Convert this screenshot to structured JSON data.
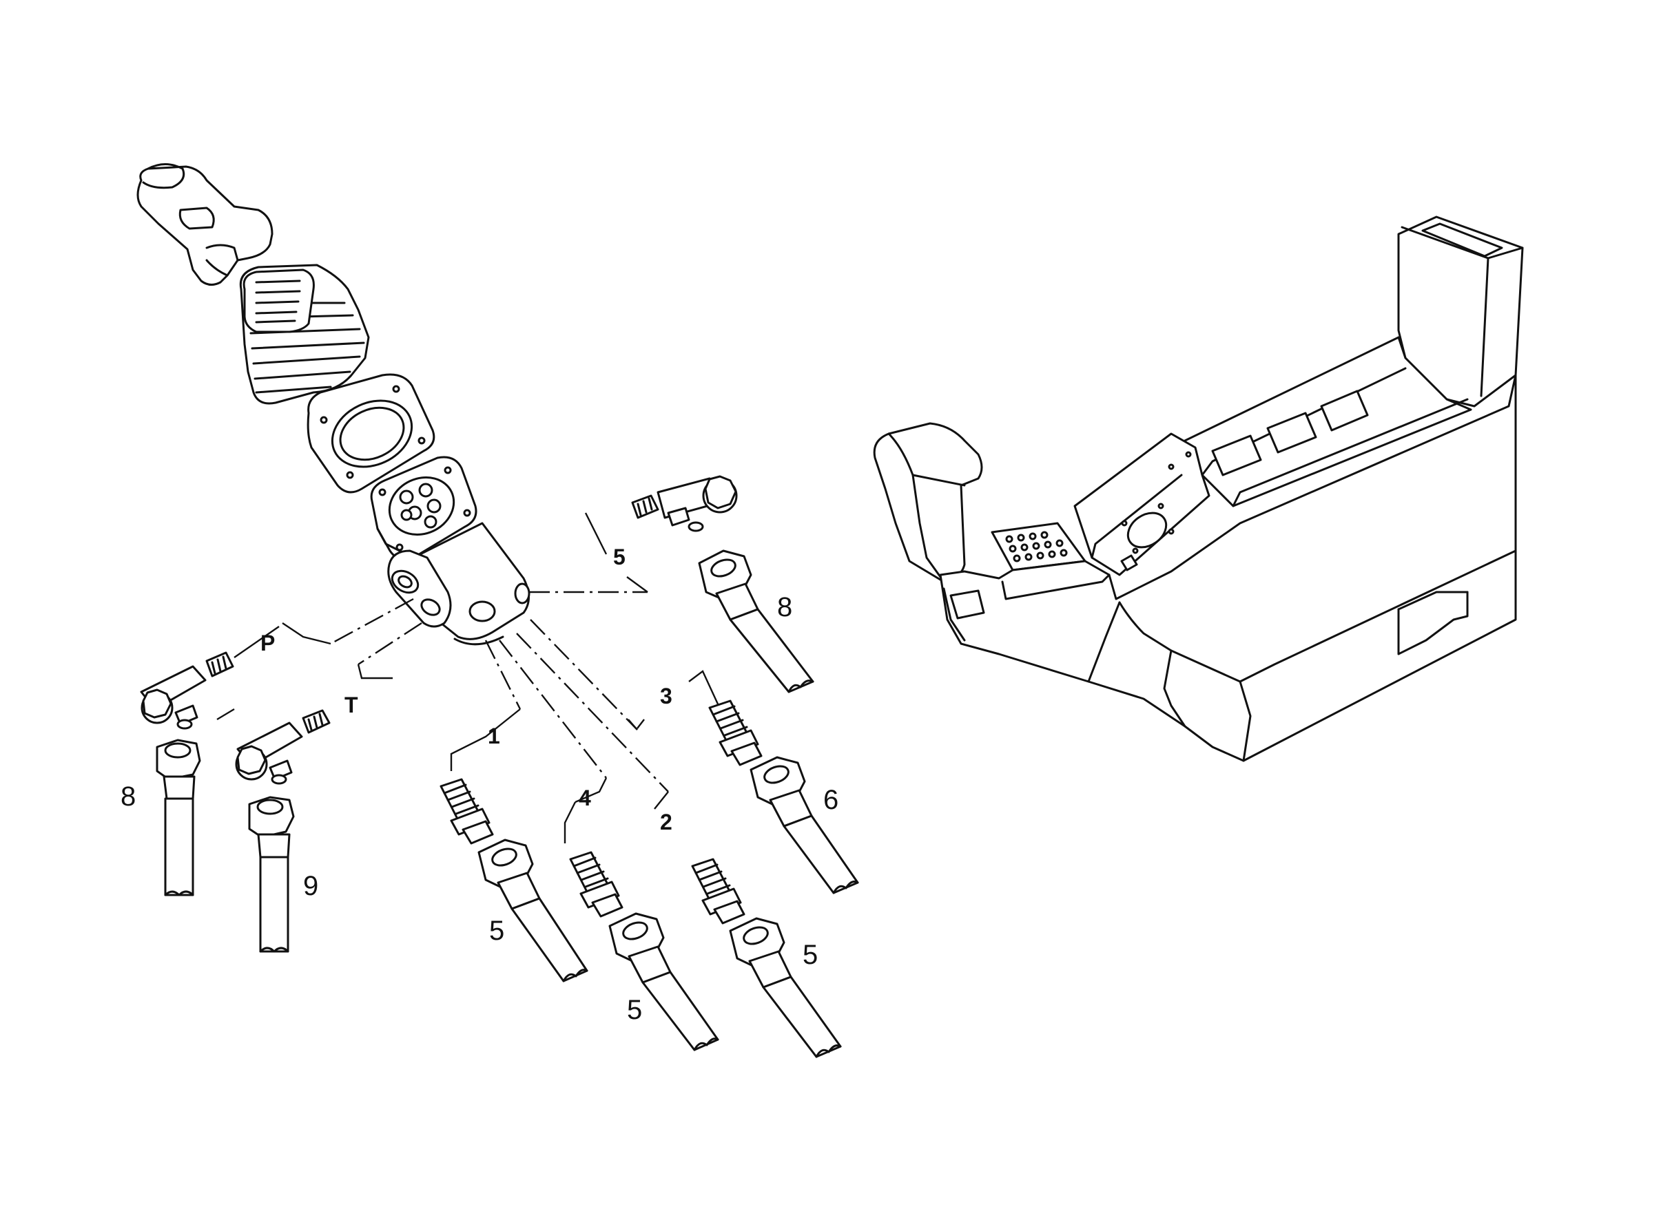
{
  "labels": {
    "port_p": "P",
    "port_t": "T",
    "port_1": "1",
    "port_2": "2",
    "port_3": "3",
    "port_4": "4",
    "port_5": "5",
    "item_8_left": "8",
    "item_9": "9",
    "item_5_a": "5",
    "item_5_b": "5",
    "item_5_c": "5",
    "item_6": "6",
    "item_8_right": "8"
  }
}
